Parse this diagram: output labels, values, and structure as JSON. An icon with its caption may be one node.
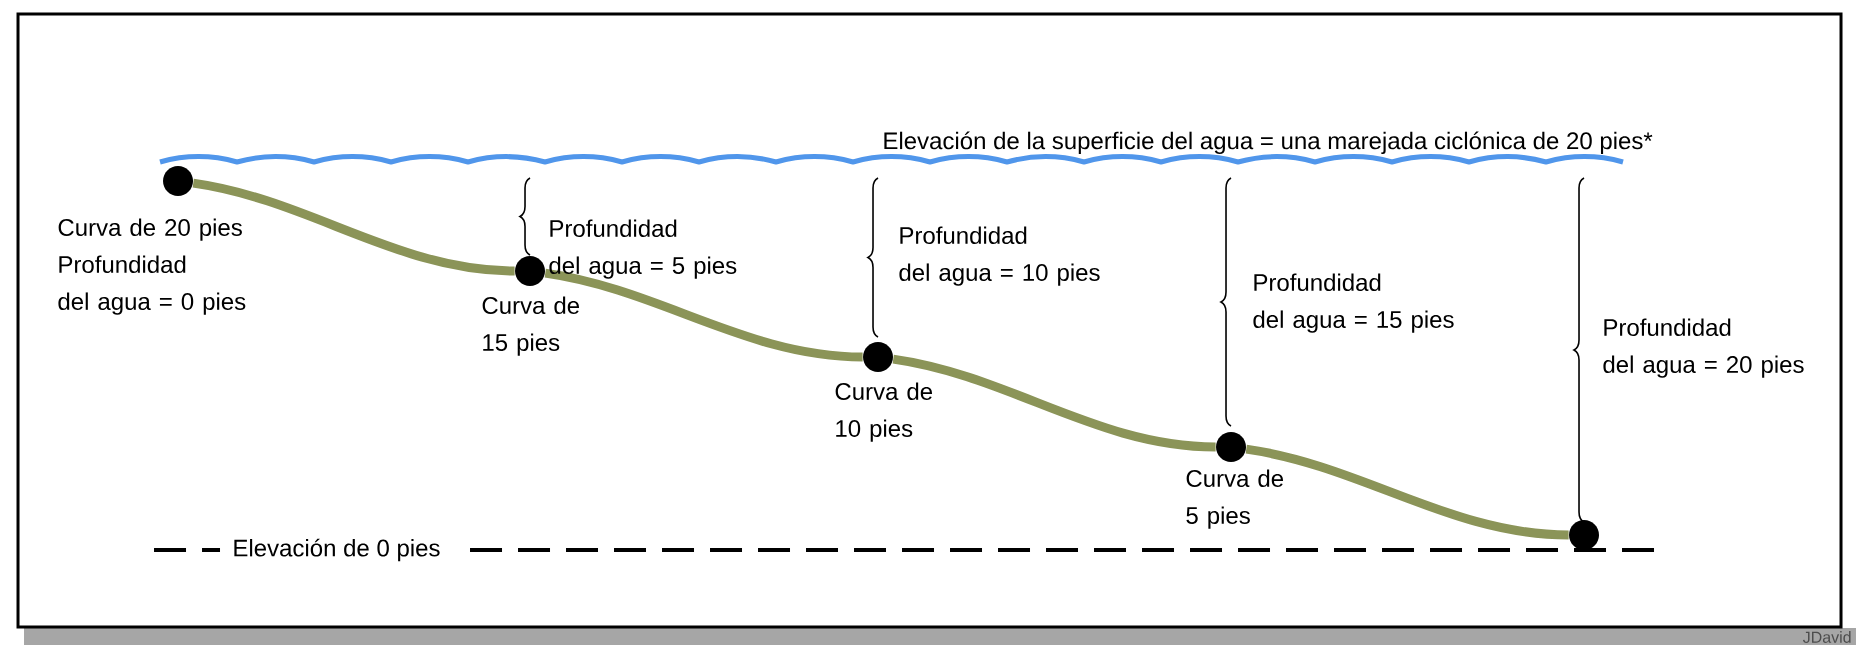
{
  "diagram": {
    "nodes": [
      {
        "text": [],
        "shape": "circle",
        "beside": [
          "Curva de 20 pies",
          "Profundidad del agua = 0 pies"
        ]
      },
      {
        "text": [],
        "shape": "circle",
        "beside": [
          "Curva de 15 pies"
        ]
      },
      {
        "text": [],
        "shape": "circle",
        "beside": [
          "Curva de 10 pies"
        ]
      },
      {
        "text": [],
        "shape": "circle",
        "beside": [
          "Curva de 5 pies"
        ]
      },
      {
        "text": [],
        "shape": "circle"
      }
    ],
    "edges": [
      {
        "from": 0,
        "to": 1,
        "arrow": "none"
      },
      {
        "from": 1,
        "to": 2,
        "arrow": "none"
      },
      {
        "from": 2,
        "to": 3,
        "arrow": "none"
      },
      {
        "from": 3,
        "to": 4,
        "arrow": "none"
      }
    ],
    "labels": [
      "Elevación de la superficie del agua = una marejada ciclónica de 20 pies*",
      "Profundidad del agua = 5 pies",
      "Profundidad del agua = 10 pies",
      "Profundidad del agua = 15 pies",
      "Profundidad del agua = 20 pies",
      "Elevación de 0 pies",
      "JDavid"
    ]
  }
}
